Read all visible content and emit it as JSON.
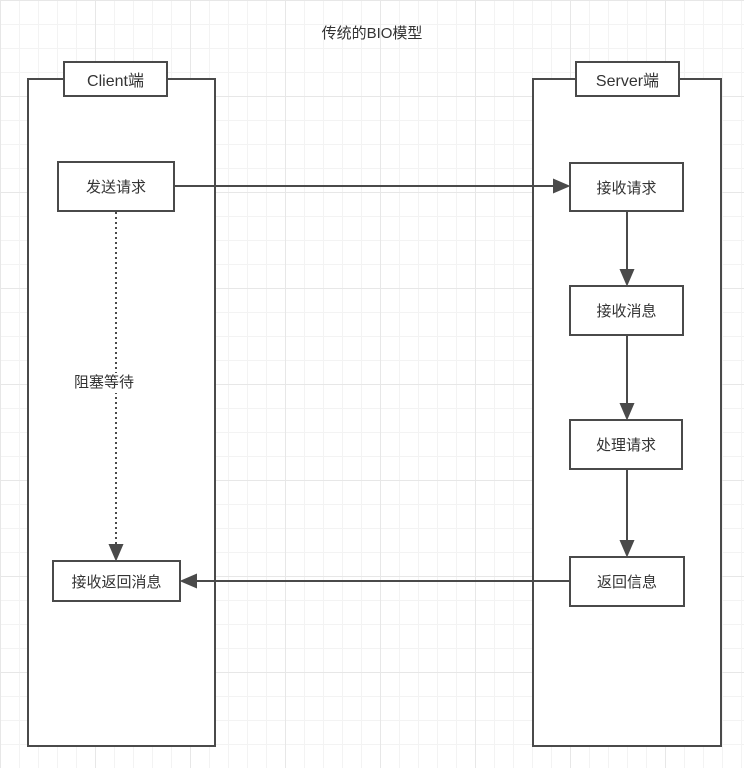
{
  "diagram": {
    "title": "传统的BIO模型",
    "lanes": [
      {
        "id": "client",
        "label": "Client端"
      },
      {
        "id": "server",
        "label": "Server端"
      }
    ],
    "nodes": {
      "send_request": "发送请求",
      "receive_return_message": "接收返回消息",
      "receive_request": "接收请求",
      "receive_message": "接收消息",
      "process_request": "处理请求",
      "return_info": "返回信息"
    },
    "edges": [
      {
        "from": "send_request",
        "to": "receive_request",
        "style": "solid",
        "label": ""
      },
      {
        "from": "receive_request",
        "to": "receive_message",
        "style": "solid",
        "label": ""
      },
      {
        "from": "receive_message",
        "to": "process_request",
        "style": "solid",
        "label": ""
      },
      {
        "from": "process_request",
        "to": "return_info",
        "style": "solid",
        "label": ""
      },
      {
        "from": "return_info",
        "to": "receive_return_message",
        "style": "solid",
        "label": ""
      },
      {
        "from": "send_request",
        "to": "receive_return_message",
        "style": "dotted",
        "label": "阻塞等待"
      }
    ],
    "colors": {
      "stroke": "#4a4a4a",
      "text": "#333333",
      "node_fill": "#ffffff",
      "grid_minor": "#f3f3f3",
      "grid_major": "#e7e7e7",
      "canvas": "#ffffff"
    }
  }
}
